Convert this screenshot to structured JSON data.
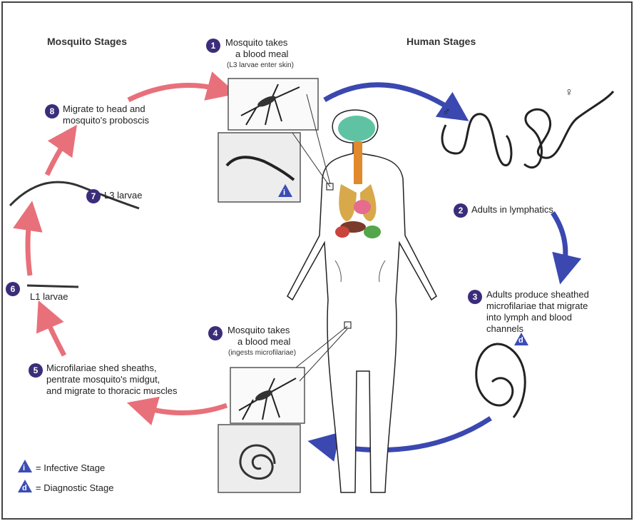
{
  "headers": {
    "mosquito": "Mosquito Stages",
    "human": "Human Stages"
  },
  "steps": [
    {
      "num": "1",
      "lines": [
        "Mosquito takes",
        "a blood meal"
      ],
      "note": "(L3 larvae enter skin)"
    },
    {
      "num": "2",
      "lines": [
        "Adults in lymphatics"
      ]
    },
    {
      "num": "3",
      "lines": [
        "Adults produce sheathed",
        "microfilariae that migrate",
        "into lymph and blood",
        "channels"
      ]
    },
    {
      "num": "4",
      "lines": [
        "Mosquito takes",
        "a blood meal"
      ],
      "note": "(ingests microfilariae)"
    },
    {
      "num": "5",
      "lines": [
        "Microfilariae shed sheaths,",
        "pentrate mosquito's midgut,",
        "and migrate to thoracic muscles"
      ]
    },
    {
      "num": "6",
      "lines": [
        "L1 larvae"
      ]
    },
    {
      "num": "7",
      "lines": [
        "L3 larvae"
      ]
    },
    {
      "num": "8",
      "lines": [
        "Migrate to head and",
        "mosquito's proboscis"
      ]
    }
  ],
  "legend": {
    "infective_symbol": "i",
    "infective_label": "= Infective Stage",
    "diagnostic_symbol": "d",
    "diagnostic_label": "= Diagnostic Stage"
  },
  "symbols": {
    "male": "♂",
    "female": "♀"
  },
  "colors": {
    "blue_arrow": "#3a48b0",
    "red_arrow": "#e8707a",
    "badge": "#3b2d7a",
    "triangle": "#3b4db5"
  }
}
